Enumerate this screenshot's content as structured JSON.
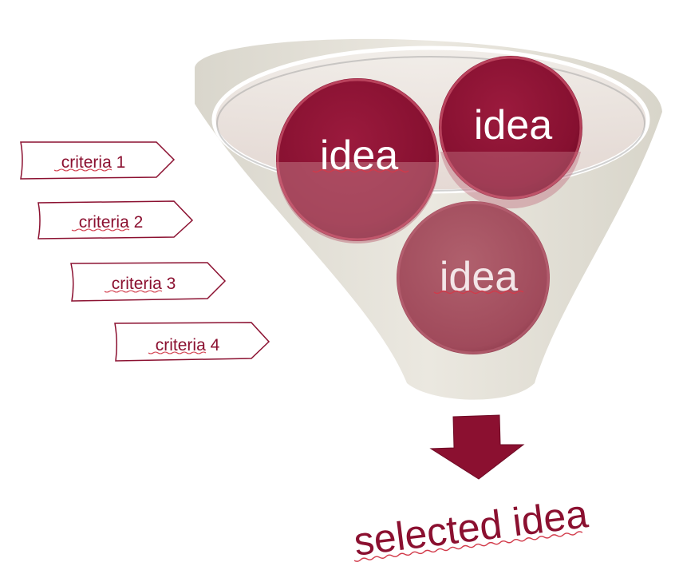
{
  "criteria": [
    {
      "label": "criteria 1"
    },
    {
      "label": "criteria 2"
    },
    {
      "label": "criteria 3"
    },
    {
      "label": "criteria 4"
    }
  ],
  "ideas": [
    {
      "label": "idea"
    },
    {
      "label": "idea"
    },
    {
      "label": "idea"
    }
  ],
  "result": {
    "label": "selected idea"
  },
  "colors": {
    "accent": "#8b1030",
    "idea_dark": "#8e1234",
    "idea_light": "#a4505f",
    "funnel": "#e6e3da",
    "rim": "#efe9e2",
    "squiggle": "#d23a4a"
  }
}
